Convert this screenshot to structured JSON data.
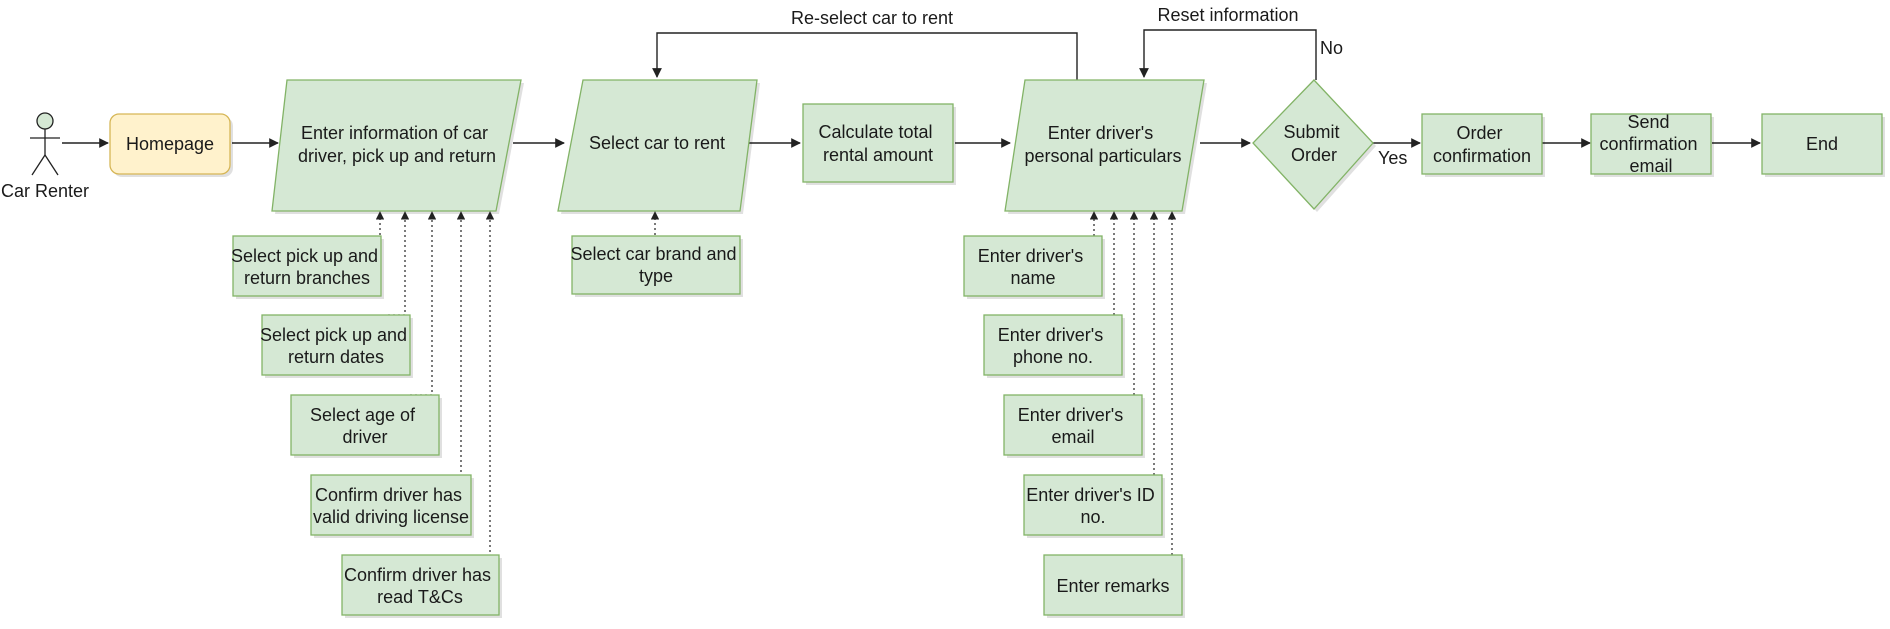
{
  "actor": {
    "label": "Car Renter"
  },
  "nodes": {
    "homepage": "Homepage",
    "enter_info": [
      "Enter information of car",
      "driver, pick up and return"
    ],
    "select_car": [
      "Select car to rent"
    ],
    "calc_total": [
      "Calculate total",
      "rental amount"
    ],
    "enter_personal": [
      "Enter driver's",
      "personal particulars"
    ],
    "submit_order": [
      "Submit",
      "Order"
    ],
    "order_confirmation": [
      "Order",
      "confirmation"
    ],
    "send_email": [
      "Send",
      "confirmation",
      "email"
    ],
    "end": "End"
  },
  "sub_steps": {
    "info": [
      [
        "Select pick up and",
        "return branches"
      ],
      [
        "Select pick up and",
        "return dates"
      ],
      [
        "Select age of",
        "driver"
      ],
      [
        "Confirm driver has",
        "valid driving license"
      ],
      [
        "Confirm driver has",
        "read T&Cs"
      ]
    ],
    "car": [
      [
        "Select car brand and",
        "type"
      ]
    ],
    "personal": [
      [
        "Enter driver's",
        "name"
      ],
      [
        "Enter driver's",
        "phone no."
      ],
      [
        "Enter driver's",
        "email"
      ],
      [
        "Enter driver's ID",
        "no."
      ],
      [
        "Enter remarks"
      ]
    ]
  },
  "edge_labels": {
    "reselect": "Re-select car to rent",
    "reset": "Reset information",
    "no": "No",
    "yes": "Yes"
  },
  "colors": {
    "process_fill": "#d5e8d4",
    "process_stroke": "#82b366",
    "homepage_fill": "#fff2cc",
    "homepage_stroke": "#d6b656",
    "line": "#222222"
  }
}
